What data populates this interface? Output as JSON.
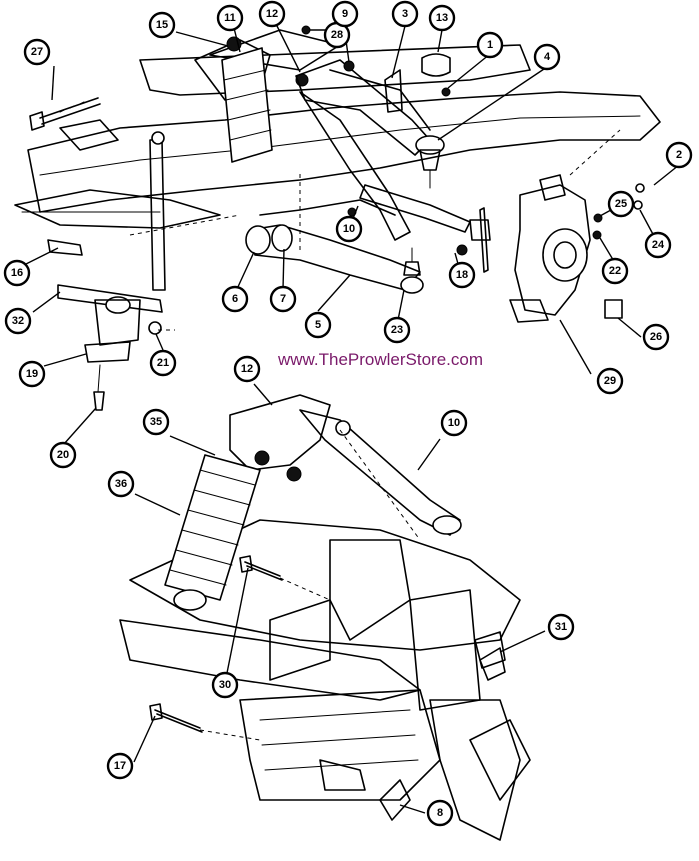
{
  "watermark": "www.TheProwlerStore.com",
  "watermark_color": "#7a1a6a",
  "callouts": [
    {
      "id": "c27",
      "label": "27"
    },
    {
      "id": "c15",
      "label": "15"
    },
    {
      "id": "c11",
      "label": "11"
    },
    {
      "id": "c12a",
      "label": "12"
    },
    {
      "id": "c28",
      "label": "28"
    },
    {
      "id": "c9",
      "label": "9"
    },
    {
      "id": "c3",
      "label": "3"
    },
    {
      "id": "c13",
      "label": "13"
    },
    {
      "id": "c1",
      "label": "1"
    },
    {
      "id": "c4",
      "label": "4"
    },
    {
      "id": "c2",
      "label": "2"
    },
    {
      "id": "c25",
      "label": "25"
    },
    {
      "id": "c24",
      "label": "24"
    },
    {
      "id": "c22",
      "label": "22"
    },
    {
      "id": "c18",
      "label": "18"
    },
    {
      "id": "c10a",
      "label": "10"
    },
    {
      "id": "c16",
      "label": "16"
    },
    {
      "id": "c6",
      "label": "6"
    },
    {
      "id": "c7",
      "label": "7"
    },
    {
      "id": "c5",
      "label": "5"
    },
    {
      "id": "c23",
      "label": "23"
    },
    {
      "id": "c26",
      "label": "26"
    },
    {
      "id": "c29",
      "label": "29"
    },
    {
      "id": "c32",
      "label": "32"
    },
    {
      "id": "c21",
      "label": "21"
    },
    {
      "id": "c19",
      "label": "19"
    },
    {
      "id": "c20",
      "label": "20"
    },
    {
      "id": "c12b",
      "label": "12"
    },
    {
      "id": "c10b",
      "label": "10"
    },
    {
      "id": "c35",
      "label": "35"
    },
    {
      "id": "c36",
      "label": "36"
    },
    {
      "id": "c30",
      "label": "30"
    },
    {
      "id": "c31",
      "label": "31"
    },
    {
      "id": "c17",
      "label": "17"
    },
    {
      "id": "c8",
      "label": "8"
    }
  ]
}
